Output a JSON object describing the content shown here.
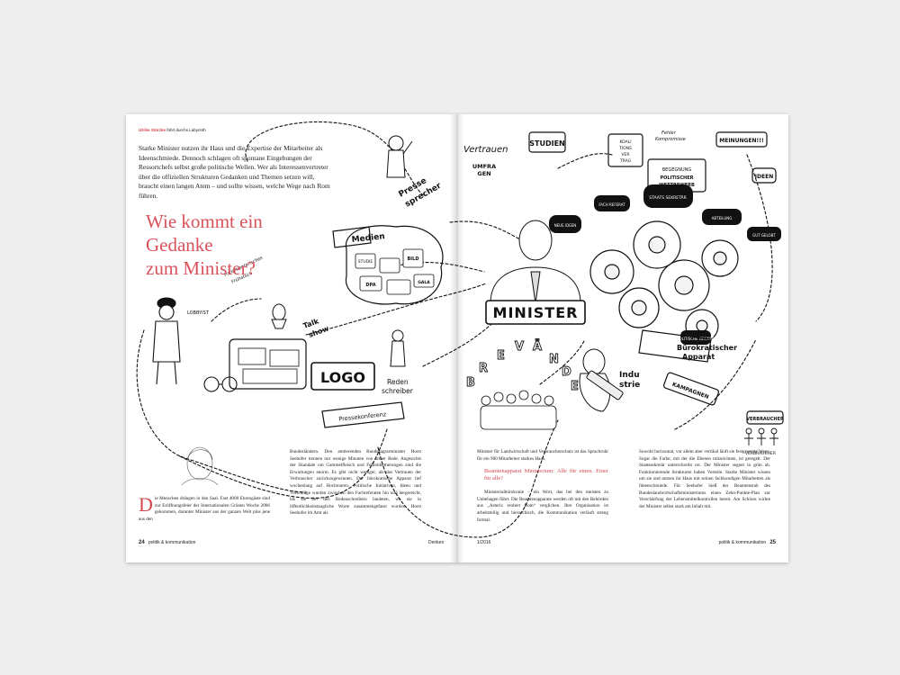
{
  "page": {
    "kicker_author": "Ulrike Stürzke",
    "kicker_rest": "führt durchs Labyrinth",
    "intro": "Starke Minister nutzen ihr Haus und die Expertise der Mitarbeiter als Ideenschmiede. Dennoch schlagen oft spontane Eingebungen der Ressortchefs selbst große politische Wellen. Wer als Interessenvertreter über die offiziellen Strukturen Gedanken und Themen setzen will, braucht einen langen Atem – und sollte wissen, welche Wege nach Rom führen.",
    "headline_line1": "Wie kommt ein Gedanke",
    "headline_line2": "zum Minister?"
  },
  "columns": {
    "col1_dropcap": "D",
    "col1": "ie Menschen drängen in den Saal. Fast 4000 Ehrengäste sind zur Eröffnungsfeier der Internationalen Grünen Woche 2006 gekommen, darunter Minister aus der ganzen Welt plus jene aus den",
    "col2": "Bundesländern. Den amtierenden Bundesagrarminister Horst Seehofer trennen nur wenige Minuten von seiner Rede. Angesichts der Skandale um Gammelfleisch und Fehletikettierungen sind die Erwartungen enorm. Es gibt nicht weniger, als das Vertrauen der Verbraucher zurückzugewinnen. Der bürokratische Apparat lief wochenlang auf Hochtouren. Politische Initiativen, Ideen und Vorschläge wurden zwischen den Fachreferaten hin und hergereicht, bis sie bei den Redenschreibern landeten, wo sie in öffentlichkeitstaugliche Worte zusammengefasst wurden. Horst Seehofer im Amt als",
    "col3_top": "Minister für Landwirtschaft und Verbraucherschutz ist das Sprachrohr für ein 900 Mitarbeiter starkes Haus.",
    "col3_sub": "Beamtenapparat Ministerium: Alle für einen. Einer für alle?",
    "col3_body": "Ministerialbürokratie – ein Wort, das bei den meisten zu Unbehagen führt. Die Beamtenapparate werden oft mit den Behörden aus „Asterix erobert Rom“ verglichen. Ihre Organisation ist arbeitsteilig und hierarchisch, die Kommunikation verläuft streng formal.",
    "col4": "Sowohl horizontal, vor allem aber vertikal läuft sie festgesetzte Wege. Sogar die Farbe, mit der die Ebenen mitzeichnen, ist geregelt. Der Staatssekretär unterschreibt rot. Der Minister segnet in grün ab. Funktionierende Strukturen haben Vorteile. Starke Minister wissen um sie und nutzen ihr Haus mit seinen fachkundigen Mitarbeiten als Ideenschmiede. Für Seehofer hieß der Beamtenstab des Bundeslandwirtschaftsministeriums einen Zehn-Punkte-Plan zur Verschärfung der Lebensmittelkontrollen bereit. Am Schluss wirkte der Minister selbst stark am Inhalt mit."
  },
  "folio": {
    "left_num": "24",
    "left_mag": "politik & kommunikation",
    "left_section": "Denken",
    "right_issue": "1/2016",
    "right_mag": "politik & kommunikation",
    "right_num": "25"
  },
  "sketch": {
    "verbraende_letters": [
      "V",
      "E",
      "R",
      "B",
      "Ä",
      "N",
      "D",
      "E"
    ],
    "labels": {
      "verbraucher": "VERBRAUCHER",
      "kampagnen": "KAMPAGNEN",
      "verbrauchschutz": "VERBRAUCHER",
      "buero_line1": "Bürokratischer",
      "buero_line2": "Apparat",
      "industrie_line1": "Indu",
      "industrie_line2": "strie",
      "minister": "MINISTER",
      "ideen": "IDEEN",
      "meinungen": "MEINUNGEN!!!",
      "politischer_line1": "POLITISCHER",
      "politischer_line2": "WETTBEWERB",
      "begegnung": "BEGEGNUNG",
      "studien": "STUDIEN",
      "vertrauen": "Vertrauen",
      "umfragen_line1": "UMFRA",
      "umfragen_line2": "GEN",
      "koalition": "KOALI TIONS VERTRAG",
      "koalition_words": [
        "KOALI",
        "TIONS",
        "VER",
        "TRAG"
      ],
      "kompromisse_line1": "Fehler",
      "kompromisse_line2": "Kompromisse",
      "presse_line1": "Presse",
      "presse_line2": "sprecher",
      "medien": "Medien",
      "talkshow_line1": "Talk",
      "talkshow_line2": "show",
      "logo": "LOGO",
      "reden_line1": "Reden",
      "reden_line2": "schreiber",
      "pressekonferenz": "Pressekonferenz",
      "fruehstueck_line1": "Parlamentarisches",
      "fruehstueck_line2": "Frühstück",
      "lobbyist": "LOBBYIST",
      "studie": "STUDIE",
      "bild": "BILD",
      "dpa": "DPA",
      "gala": "GALA",
      "gear_fach": "FACH REFERAT",
      "gear_abt": "ABTEILUNG",
      "gear_staat": "STAATS SEKRETÄR",
      "bubble1": "NEUE IDEEN",
      "bubble2": "POLITISCHE GEGNER",
      "bubble3": "GUT GELOBT"
    }
  }
}
